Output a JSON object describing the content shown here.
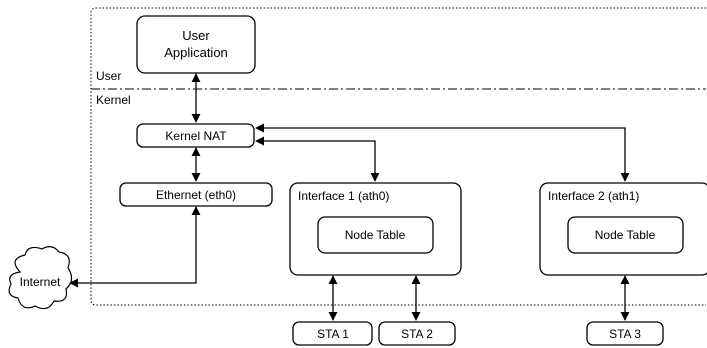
{
  "diagram": {
    "colors": {
      "stroke": "#000000",
      "background": "#ffffff"
    },
    "zones": {
      "user_label": "User",
      "kernel_label": "Kernel"
    },
    "nodes": {
      "user_app_line1": "User",
      "user_app_line2": "Application",
      "kernel_nat": "Kernel NAT",
      "ethernet": "Ethernet (eth0)",
      "interface1": "Interface 1 (ath0)",
      "interface2": "Interface 2 (ath1)",
      "node_table_1": "Node Table",
      "node_table_2": "Node Table",
      "internet": "Internet",
      "sta1": "STA 1",
      "sta2": "STA 2",
      "sta3": "STA 3"
    },
    "edges": [
      {
        "from": "user_app",
        "to": "kernel_nat",
        "arrows": "both"
      },
      {
        "from": "kernel_nat",
        "to": "ethernet",
        "arrows": "both"
      },
      {
        "from": "kernel_nat",
        "to": "interface1",
        "arrows": "both"
      },
      {
        "from": "kernel_nat",
        "to": "interface2",
        "arrows": "both"
      },
      {
        "from": "ethernet",
        "to": "internet",
        "arrows": "both"
      },
      {
        "from": "interface1",
        "to": "sta1",
        "arrows": "both"
      },
      {
        "from": "interface1",
        "to": "sta2",
        "arrows": "both"
      },
      {
        "from": "interface2",
        "to": "sta3",
        "arrows": "both"
      }
    ]
  }
}
